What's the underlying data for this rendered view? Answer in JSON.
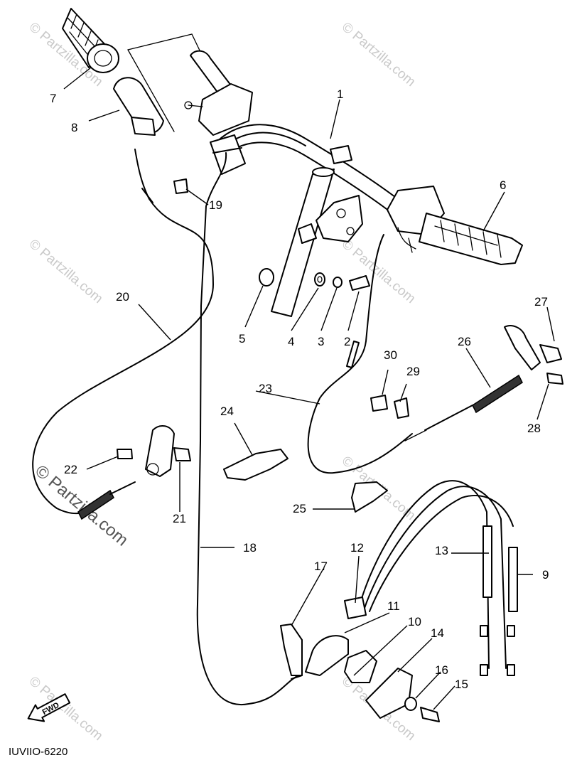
{
  "watermark": "© Partzilla.com",
  "diagram_code": "IUVIIO-6220",
  "fwd_label": "FWD",
  "part_labels": {
    "p1": "1",
    "p2": "2",
    "p3": "3",
    "p4": "4",
    "p5": "5",
    "p6": "6",
    "p7": "7",
    "p8": "8",
    "p9": "9",
    "p10": "10",
    "p11": "11",
    "p12": "12",
    "p13": "13",
    "p14": "14",
    "p15": "15",
    "p16": "16",
    "p17": "17",
    "p18": "18",
    "p19": "19",
    "p20": "20",
    "p21": "21",
    "p22": "22",
    "p23": "23",
    "p24": "24",
    "p25": "25",
    "p26": "26",
    "p27": "27",
    "p28": "28",
    "p29": "29",
    "p30": "30"
  }
}
